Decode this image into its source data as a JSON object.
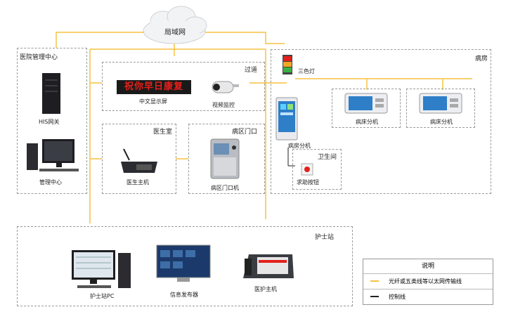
{
  "network": {
    "cloud_label": "局域网"
  },
  "zones": {
    "hospital_center": "医院管理中心",
    "corridor": "过道",
    "doctor_room": "医生室",
    "ward_door": "病区门口",
    "ward": "病房",
    "washroom": "卫生间",
    "nurse_station": "护士站"
  },
  "devices": {
    "his_gateway": "HIS网关",
    "mgmt_center": "管理中心",
    "led_screen": "中文显示屏",
    "led_text": "祝你早日康复",
    "camera": "视频监控",
    "doctor_host": "医生主机",
    "door_unit": "病区门口机",
    "three_color_light": "三色灯",
    "room_unit": "病房分机",
    "bed_unit_1": "病床分机",
    "bed_unit_2": "病床分机",
    "help_button": "求助按钮",
    "nurse_pc": "护士站PC",
    "info_display": "信息发布器",
    "nurse_host": "医护主机"
  },
  "legend": {
    "title": "说明",
    "items": [
      {
        "label": "光纤或五类线等以太网传输线",
        "color": "#f5c242"
      },
      {
        "label": "控制线",
        "color": "#222222"
      }
    ]
  },
  "colors": {
    "ethernet": "#f5c242",
    "control": "#222222",
    "led_red": "#e3201b"
  }
}
